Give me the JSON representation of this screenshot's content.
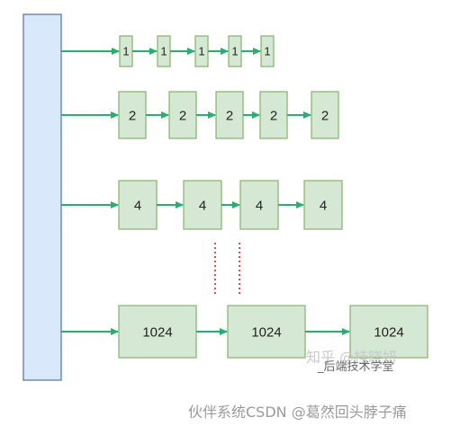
{
  "diagram": {
    "colors": {
      "array_fill": "#dae8fc",
      "array_stroke": "#6c8ebf",
      "node_fill": "#d5e8d4",
      "node_stroke": "#82b366",
      "arrow": "#23b26d",
      "ellipsis": "#e05050"
    },
    "rows": [
      {
        "nodes": [
          "1",
          "1",
          "1",
          "1",
          "1"
        ]
      },
      {
        "nodes": [
          "2",
          "2",
          "2",
          "2",
          "2"
        ]
      },
      {
        "nodes": [
          "4",
          "4",
          "4",
          "4"
        ]
      },
      {
        "nodes": [
          "1024",
          "1024",
          "1024"
        ]
      }
    ],
    "ellipsis_symbol": "⋮"
  },
  "watermarks": {
    "zhihu_brand": "知乎 @桂晓妍",
    "zhihu_sub": "_后端技术学堂",
    "footer": "伙伴系统CSDN @葛然回头脖子痛"
  }
}
